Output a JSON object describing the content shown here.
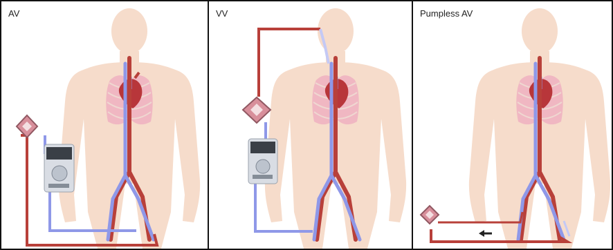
{
  "panels": [
    {
      "label": "AV"
    },
    {
      "label": "VV"
    },
    {
      "label": "Pumpless AV"
    }
  ],
  "colors": {
    "body": "#f6dccb",
    "body_edge": "#ecc7b2",
    "lung": "#f0b7c2",
    "artery": "#b8403a",
    "vein": "#8f98e8",
    "vein_light": "#c4c9f5",
    "heart": "#b8363a",
    "pump_body": "#d9dde4",
    "pump_dark": "#3a3f46",
    "oxygenator": "#d88f9b",
    "oxygenator_dark": "#915862"
  }
}
